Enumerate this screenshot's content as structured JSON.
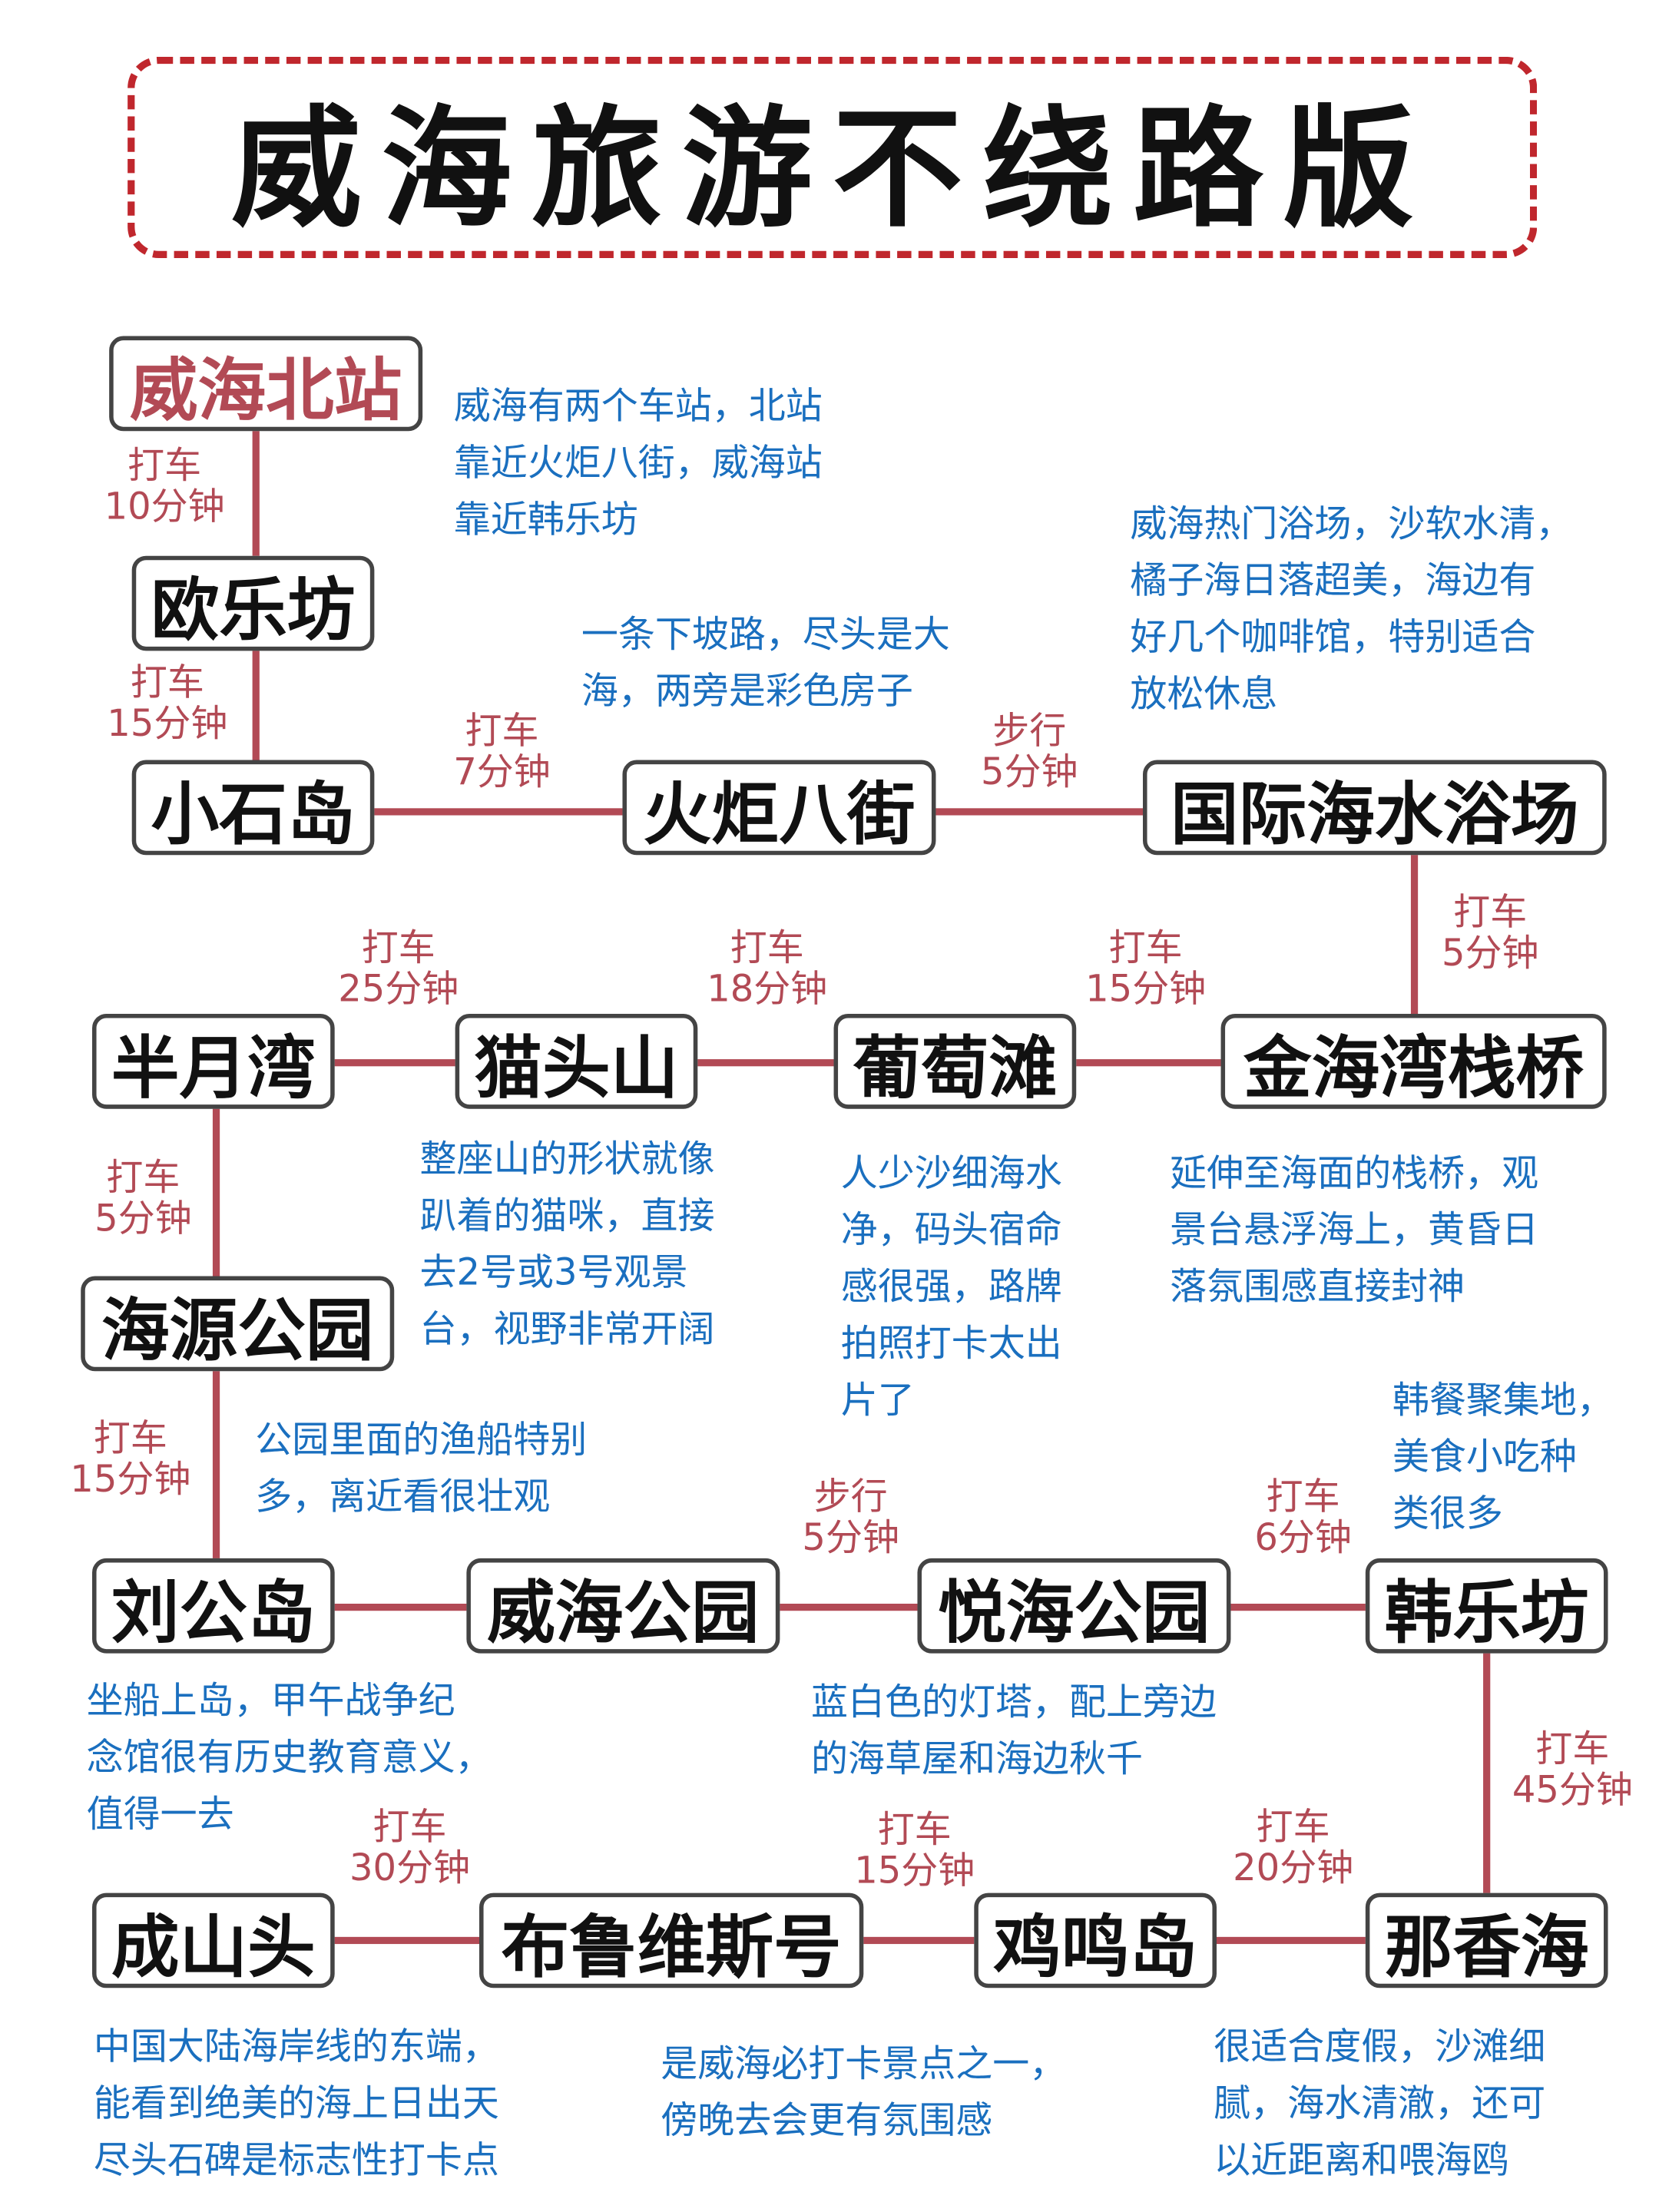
{
  "title": "威海旅游不绕路版",
  "colors": {
    "accent": "#b24a55",
    "description": "#1a6fbf",
    "frame": "#c0272d"
  },
  "nodes": [
    "威海北站",
    "欧乐坊",
    "小石岛",
    "火炬八街",
    "国际海水浴场",
    "半月湾",
    "猫头山",
    "葡萄滩",
    "金海湾栈桥",
    "海源公园",
    "刘公岛",
    "威海公园",
    "悦海公园",
    "韩乐坊",
    "成山头",
    "布鲁维斯号",
    "鸡鸣岛",
    "那香海"
  ],
  "transport": [
    [
      "打车",
      "10分钟"
    ],
    [
      "打车",
      "15分钟"
    ],
    [
      "打车",
      "7分钟"
    ],
    [
      "步行",
      "5分钟"
    ],
    [
      "打车",
      "5分钟"
    ],
    [
      "打车",
      "25分钟"
    ],
    [
      "打车",
      "18分钟"
    ],
    [
      "打车",
      "15分钟"
    ],
    [
      "打车",
      "5分钟"
    ],
    [
      "打车",
      "15分钟"
    ],
    [
      "步行",
      "5分钟"
    ],
    [
      "打车",
      "6分钟"
    ],
    [
      "打车",
      "45分钟"
    ],
    [
      "打车",
      "30分钟"
    ],
    [
      "打车",
      "15分钟"
    ],
    [
      "打车",
      "20分钟"
    ]
  ],
  "descriptions": [
    [
      "威海有两个车站，北站",
      "靠近火炬八街，威海站",
      "靠近韩乐坊"
    ],
    [
      "一条下坡路，尽头是大",
      "海，两旁是彩色房子"
    ],
    [
      "威海热门浴场，沙软水清，",
      "橘子海日落超美，海边有",
      "好几个咖啡馆，特别适合",
      "放松休息"
    ],
    [
      "整座山的形状就像",
      "趴着的猫咪，直接",
      "去2号或3号观景",
      "台，视野非常开阔"
    ],
    [
      "人少沙细海水",
      "净，码头宿命",
      "感很强，路牌",
      "拍照打卡太出",
      "片了"
    ],
    [
      "延伸至海面的栈桥，观",
      "景台悬浮海上，黄昏日",
      "落氛围感直接封神"
    ],
    [
      "韩餐聚集地，",
      "美食小吃种",
      "类很多"
    ],
    [
      "公园里面的渔船特别",
      "多，离近看很壮观"
    ],
    [
      "坐船上岛，甲午战争纪",
      "念馆很有历史教育意义，",
      "值得一去"
    ],
    [
      "蓝白色的灯塔，配上旁边",
      "的海草屋和海边秋千"
    ],
    [
      "中国大陆海岸线的东端，",
      "能看到绝美的海上日出天",
      "尽头石碑是标志性打卡点"
    ],
    [
      "是威海必打卡景点之一，",
      "傍晚去会更有氛围感"
    ],
    [
      "很适合度假，沙滩细",
      "腻，海水清澈，还可",
      "以近距离和喂海鸥"
    ]
  ]
}
